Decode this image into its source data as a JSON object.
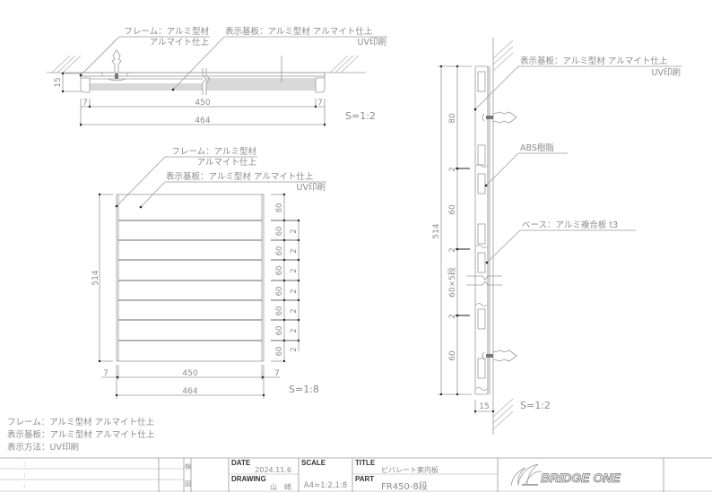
{
  "top_view": {
    "leader_frame_line1": "フレーム：アルミ型材",
    "leader_frame_line2": "アルマイト仕上",
    "leader_board_line1": "表示基板：アルミ型材 アルマイト仕上",
    "leader_board_line2": "UV印刷",
    "dim_height": "15",
    "dim_left": "7",
    "dim_inner": "450",
    "dim_right": "7",
    "dim_total": "464",
    "scale": "S=1:2"
  },
  "front_view": {
    "leader_frame_line1": "フレーム：アルミ型材",
    "leader_frame_line2": "アルマイト仕上",
    "leader_board_line1": "表示基板：アルミ型材 アルマイト仕上",
    "leader_board_line2": "UV印刷",
    "dim_height": "514",
    "dim_top": "80",
    "row_heights": [
      "60",
      "60",
      "60",
      "60",
      "60",
      "60",
      "60"
    ],
    "row_gaps": [
      "2",
      "2",
      "2",
      "2",
      "2",
      "2",
      "2"
    ],
    "dim_left": "7",
    "dim_inner": "450",
    "dim_right": "7",
    "dim_total": "464",
    "scale": "S=1:8"
  },
  "side_view": {
    "leader_board_line1": "表示基板：アルミ型材 アルマイト仕上",
    "leader_board_line2": "UV印刷",
    "leader_abs": "ABS樹脂",
    "leader_base": "ベース：アルミ複合板 t3",
    "dim_total": "514",
    "dim_top": "80",
    "dim_gap1": "2",
    "dim_mid": "60",
    "dim_gap2": "2",
    "dim_repeat": "60×5段",
    "dim_gap3": "2",
    "dim_bottom": "60",
    "dim_depth": "15",
    "scale": "S=1:2"
  },
  "notes": [
    "フレーム：アルミ型材 アルマイト仕上",
    "表示基板：アルミ型材 アルマイト仕上",
    "表示方法：UV印刷"
  ],
  "title_block": {
    "revision_rows": [
      ":",
      ":",
      ":"
    ],
    "check_label_1": "検",
    "check_label_2": "図",
    "date_label": "DATE",
    "date_value": "2024.11.6",
    "drawing_label": "DRAWING",
    "drawing_value": "山　崎",
    "scale_label": "SCALE",
    "scale_value": "A4=1:2,1:8",
    "title_label": "TITLE",
    "title_value": "ピバレート案内板",
    "part_label": "PART",
    "part_value": "FR450-8段",
    "logo_text": "BRIDGE ONE"
  }
}
